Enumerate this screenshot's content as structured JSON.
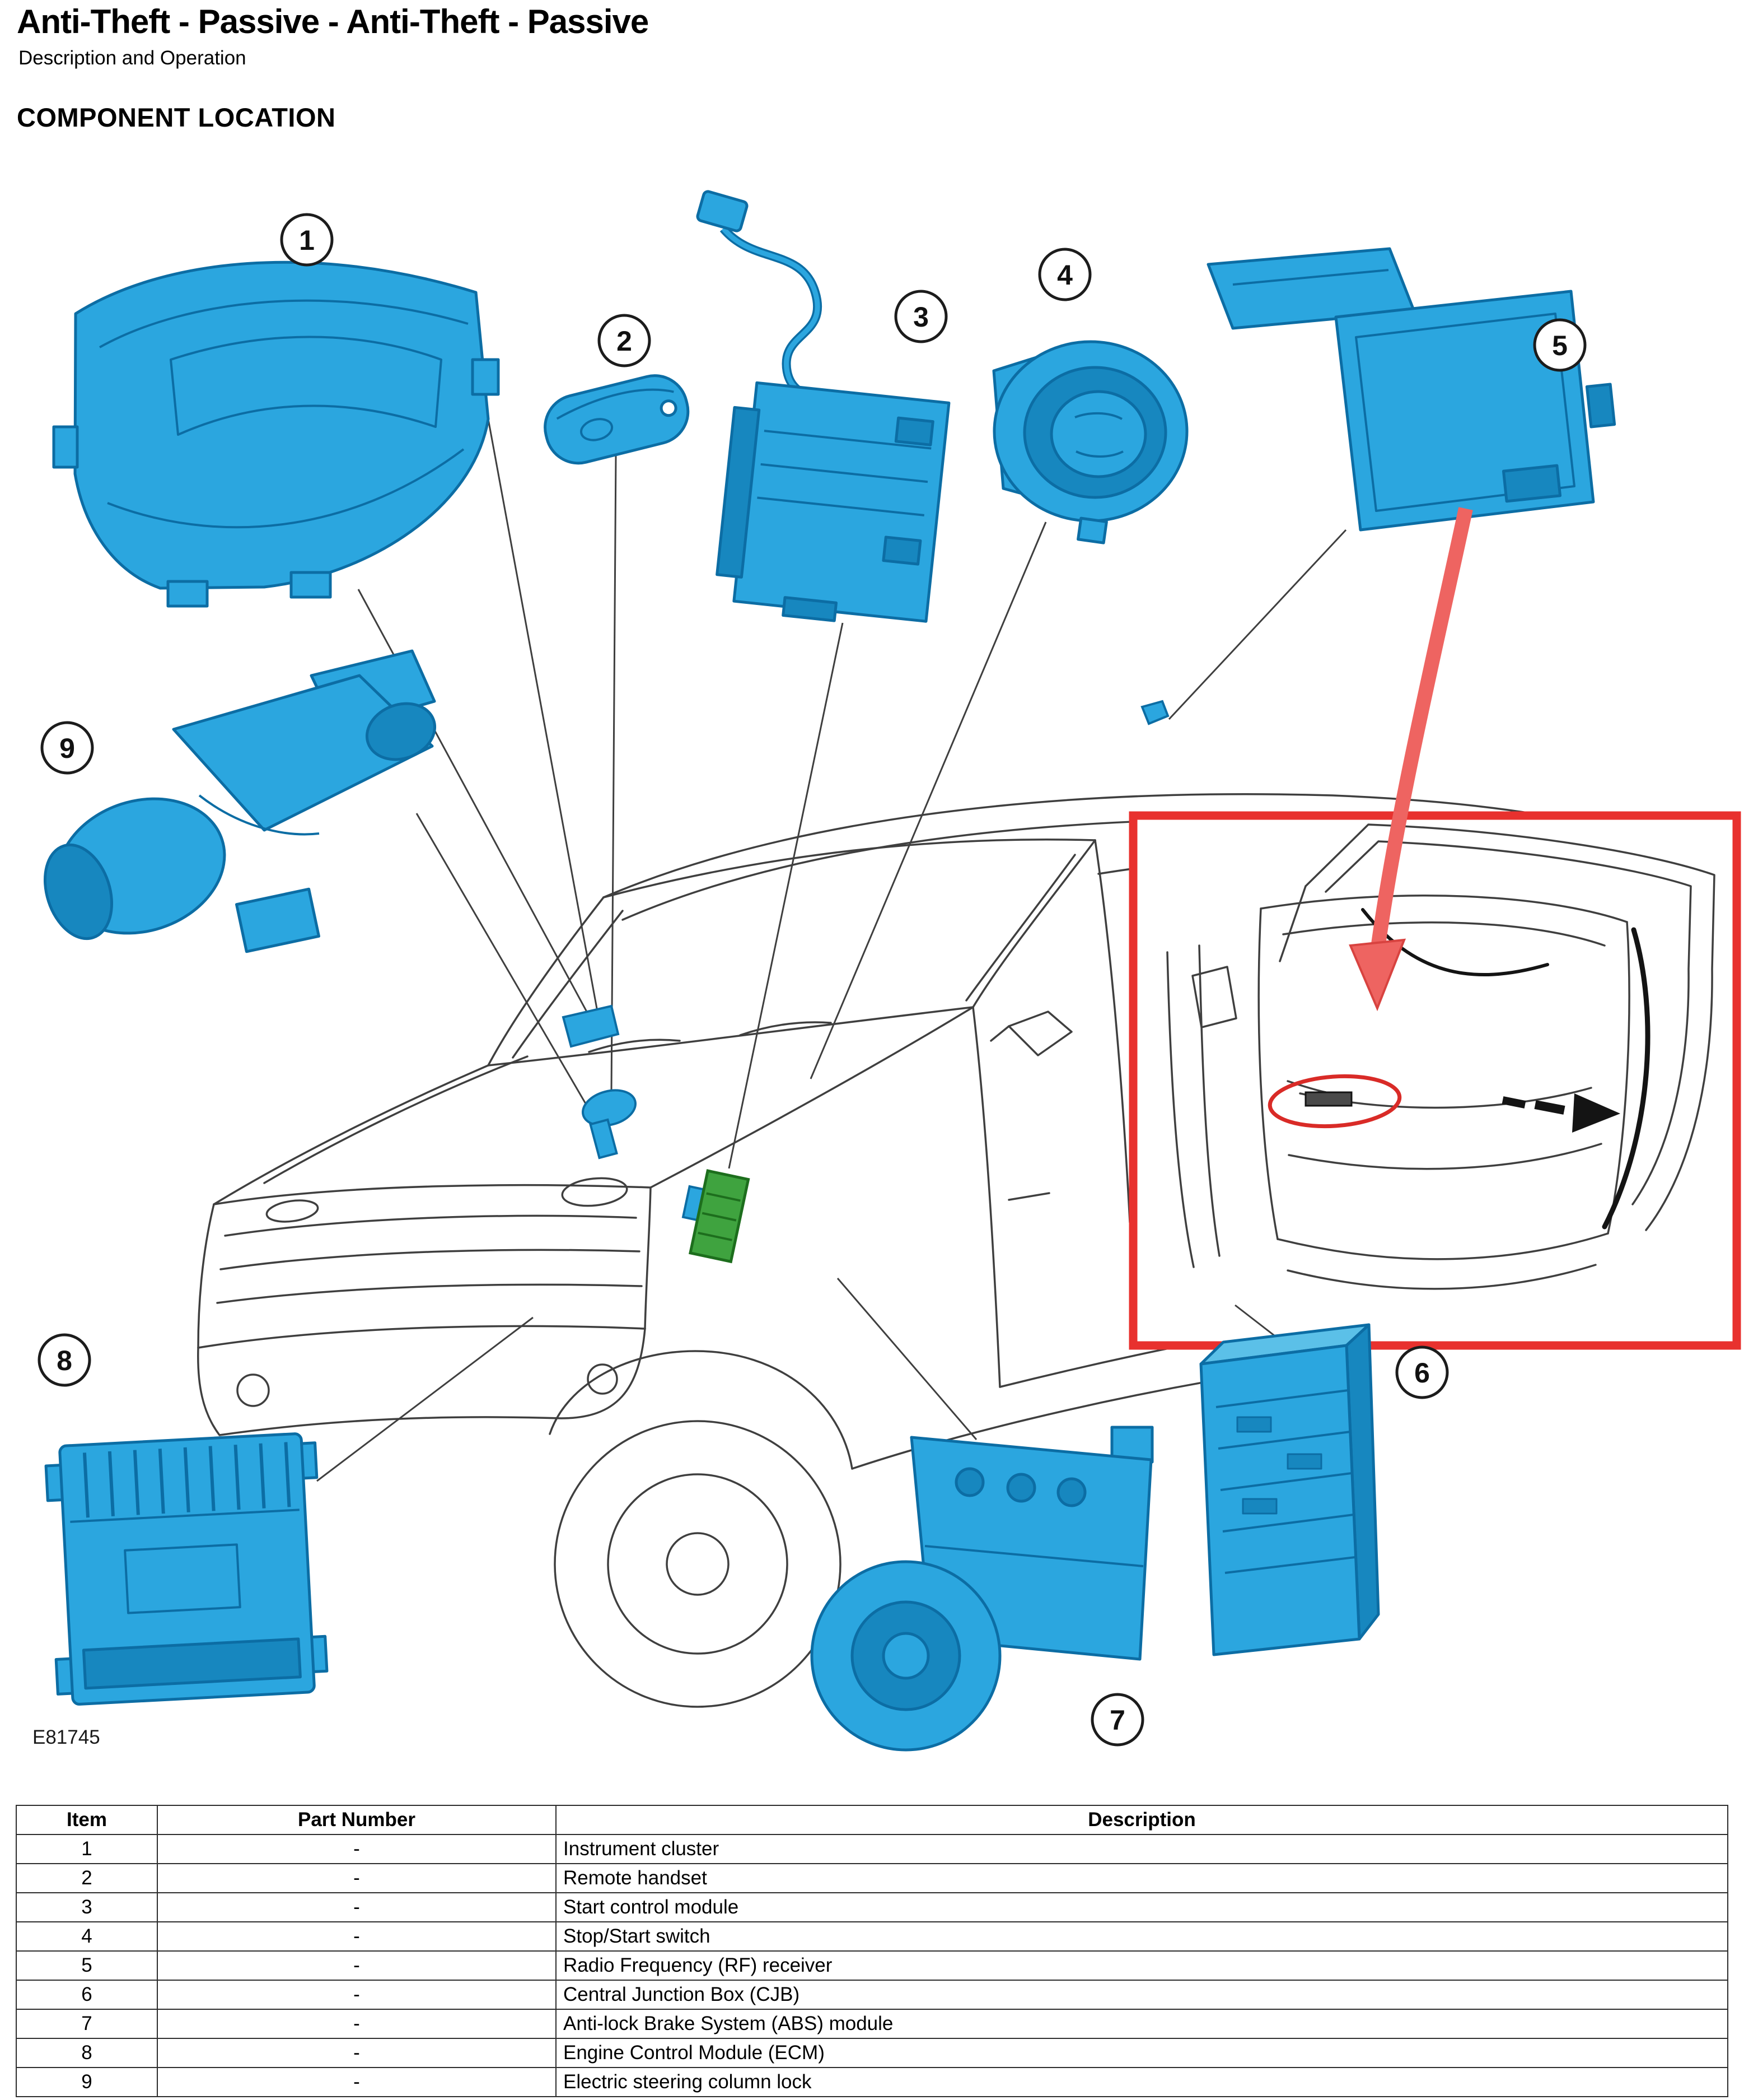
{
  "page": {
    "title": "Anti-Theft - Passive - Anti-Theft - Passive",
    "subtitle": "Description and Operation",
    "section_heading": "COMPONENT LOCATION",
    "figure_code": "E81745"
  },
  "callouts": [
    "1",
    "2",
    "3",
    "4",
    "5",
    "6",
    "7",
    "8",
    "9"
  ],
  "table": {
    "headers": [
      "Item",
      "Part Number",
      "Description"
    ],
    "rows": [
      {
        "item": "1",
        "part": "-",
        "desc": "Instrument cluster"
      },
      {
        "item": "2",
        "part": "-",
        "desc": "Remote handset"
      },
      {
        "item": "3",
        "part": "-",
        "desc": "Start control module"
      },
      {
        "item": "4",
        "part": "-",
        "desc": "Stop/Start switch"
      },
      {
        "item": "5",
        "part": "-",
        "desc": "Radio Frequency (RF) receiver"
      },
      {
        "item": "6",
        "part": "-",
        "desc": "Central Junction Box (CJB)"
      },
      {
        "item": "7",
        "part": "-",
        "desc": "Anti-lock Brake System (ABS) module"
      },
      {
        "item": "8",
        "part": "-",
        "desc": "Engine Control Module (ECM)"
      },
      {
        "item": "9",
        "part": "-",
        "desc": "Electric steering column lock"
      }
    ]
  },
  "colors": {
    "component_blue": "#2BA6DF",
    "component_blue_dark": "#1787BF",
    "component_blue_light": "#5BC0E8",
    "component_outline": "#0C6DA4",
    "line_art": "#3F3F3F",
    "highlight_red": "#E8312E",
    "arrow_red": "#EE6461",
    "green_part": "#3FA33F"
  }
}
